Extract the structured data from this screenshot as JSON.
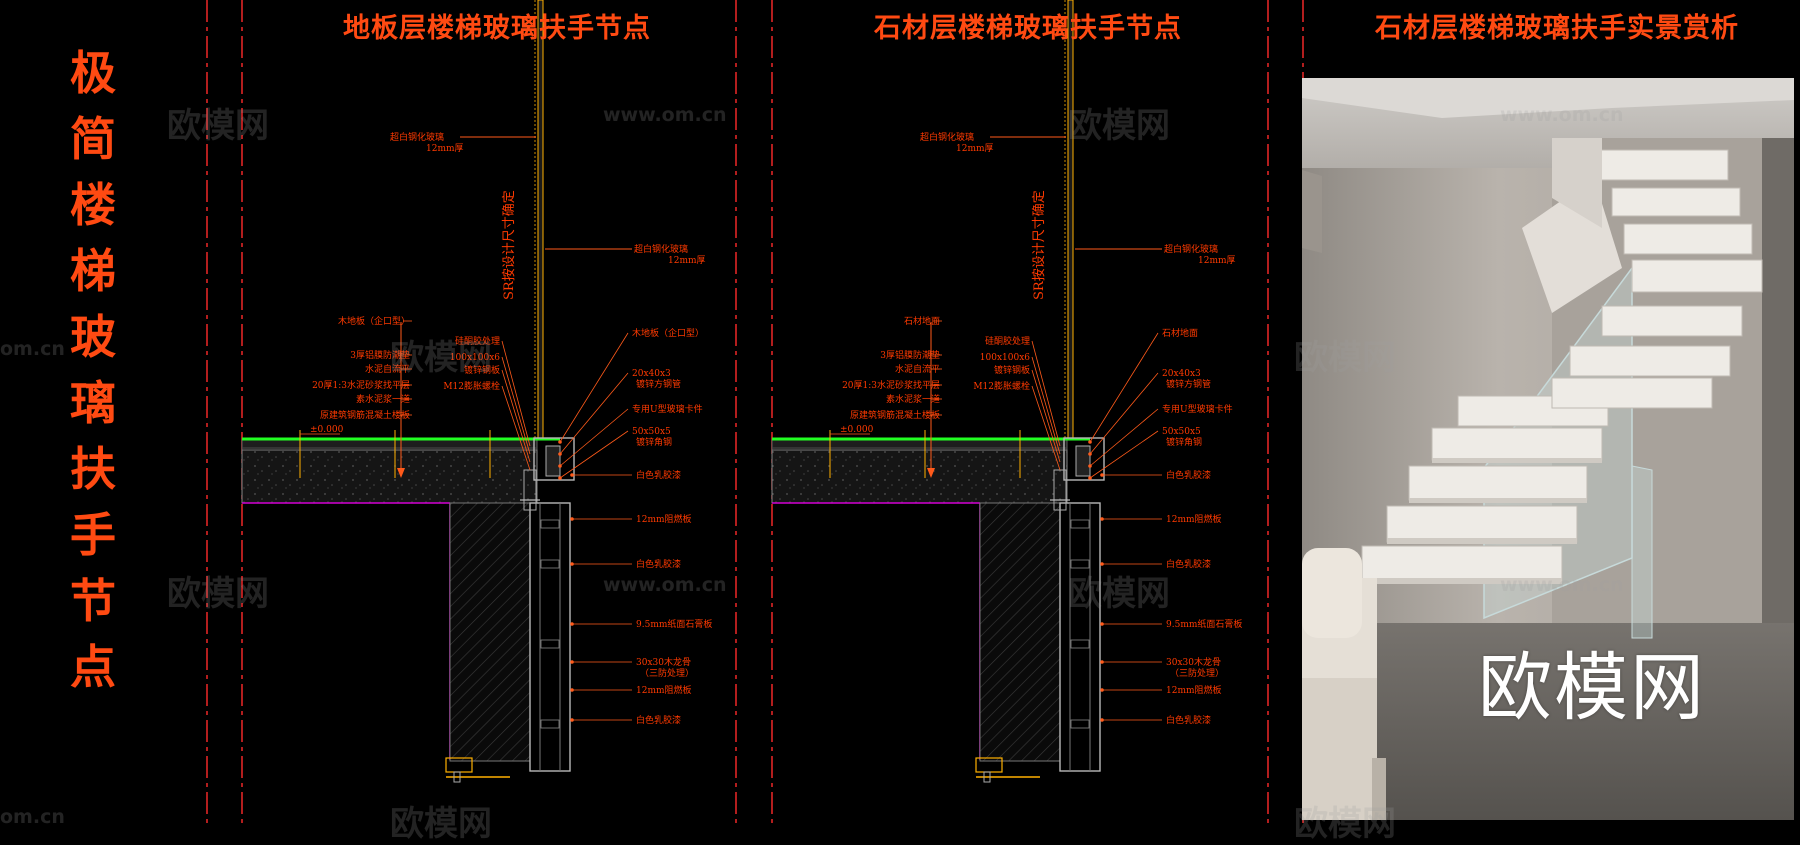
{
  "side_title": [
    "极",
    "简",
    "楼",
    "梯",
    "玻",
    "璃",
    "扶",
    "手",
    "节",
    "点"
  ],
  "panels": [
    {
      "title": "地板层楼梯玻璃扶手节点",
      "glass_top": "超白钢化玻璃",
      "glass_top_sub": "12mm厚",
      "vertical_note": "SR按设计尺寸确定",
      "glass_right": "超白钢化玻璃",
      "glass_right_sub": "12mm厚",
      "left_labels": [
        "木地板（企口型）",
        "3厚铝膜防潮垫",
        "水泥自流平",
        "20厚1:3水泥砂浆找平层",
        "素水泥浆一道",
        "原建筑钢筋混凝土楼板"
      ],
      "mid_labels": [
        "硅酮胶处理",
        "100x100x6",
        "镀锌钢板",
        "M12膨胀螺栓"
      ],
      "dim_label": "±0.000",
      "right_labels": [
        {
          "text": "木地板（企口型）"
        },
        {
          "text": "20x40x3",
          "sub": "镀锌方钢管"
        },
        {
          "text": "专用U型玻璃卡件"
        },
        {
          "text": "50x50x5",
          "sub": "镀锌角钢"
        },
        {
          "text": "白色乳胶漆"
        },
        {
          "text": "12mm阻燃板"
        },
        {
          "text": "白色乳胶漆"
        },
        {
          "text": "9.5mm纸面石膏板"
        },
        {
          "text": "30x30木龙骨",
          "sub": "（三防处理）"
        },
        {
          "text": "12mm阻燃板"
        },
        {
          "text": "白色乳胶漆"
        }
      ]
    },
    {
      "title": "石材层楼梯玻璃扶手节点",
      "glass_top": "超白钢化玻璃",
      "glass_top_sub": "12mm厚",
      "vertical_note": "SR按设计尺寸确定",
      "glass_right": "超白钢化玻璃",
      "glass_right_sub": "12mm厚",
      "left_labels": [
        "石材地面",
        "3厚铝膜防潮垫",
        "水泥自流平",
        "20厚1:3水泥砂浆找平层",
        "素水泥浆一道",
        "原建筑钢筋混凝土楼板"
      ],
      "mid_labels": [
        "硅酮胶处理",
        "100x100x6",
        "镀锌钢板",
        "M12膨胀螺栓"
      ],
      "dim_label": "±0.000",
      "right_labels": [
        {
          "text": "石材地面"
        },
        {
          "text": "20x40x3",
          "sub": "镀锌方钢管"
        },
        {
          "text": "专用U型玻璃卡件"
        },
        {
          "text": "50x50x5",
          "sub": "镀锌角钢"
        },
        {
          "text": "白色乳胶漆"
        },
        {
          "text": "12mm阻燃板"
        },
        {
          "text": "白色乳胶漆"
        },
        {
          "text": "9.5mm纸面石膏板"
        },
        {
          "text": "30x30木龙骨",
          "sub": "（三防处理）"
        },
        {
          "text": "12mm阻燃板"
        },
        {
          "text": "白色乳胶漆"
        }
      ]
    }
  ],
  "photo_panel": {
    "title": "石材层楼梯玻璃扶手实景赏析",
    "brand": "欧模网"
  },
  "watermarks": {
    "text": "欧模网",
    "url": "www.om.cn",
    "url_short": "om.cn"
  },
  "colors": {
    "background": "#000000",
    "title": "#ff4a12",
    "label": "#ff3a00",
    "leader": "#ff5a1a",
    "guide": "#ff2a2a",
    "structure": "#b8b8b8",
    "floor_finish": "#22ff22",
    "wall_line": "#d400d4",
    "fill_yellow": "#ffb000"
  }
}
